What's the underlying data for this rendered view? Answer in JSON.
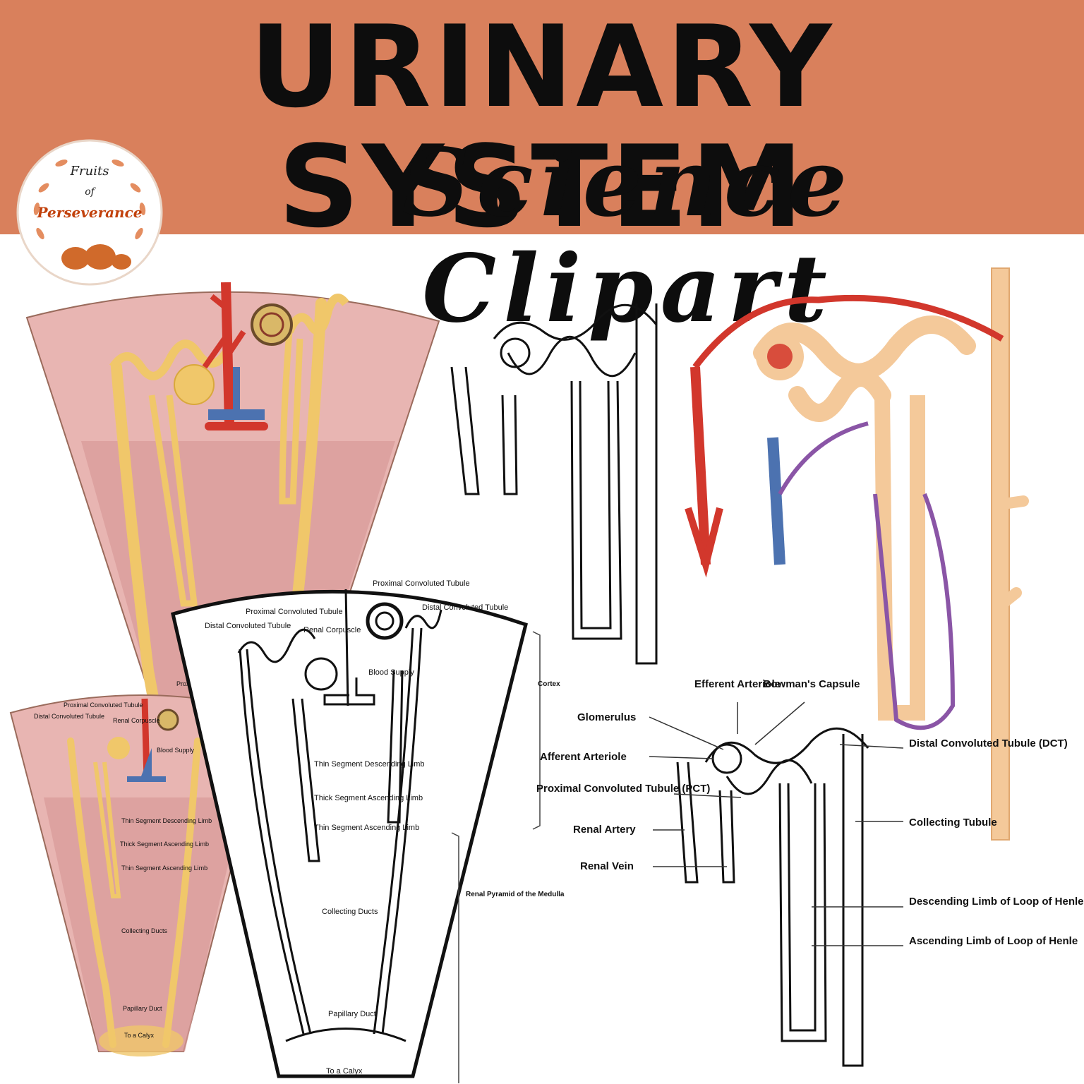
{
  "header": {
    "title": "URINARY SYSTEM",
    "subtitle": "Science Clipart",
    "background_color": "#d9805c",
    "logo": {
      "line1": "Fruits",
      "line2": "of",
      "line3": "Perseverance"
    }
  },
  "nephron_labeled": {
    "efferent_arteriole": "Efferent Arteriole",
    "bowmans_capsule": "Bowman's Capsule",
    "glomerulus": "Glomerulus",
    "afferent_arteriole": "Afferent Arteriole",
    "pct": "Proximal Convoluted Tubule (PCT)",
    "renal_artery": "Renal Artery",
    "renal_vein": "Renal Vein",
    "dct": "Distal Convoluted Tubule (DCT)",
    "collecting_tubule": "Collecting Tubule",
    "descending_limb": "Descending Limb of Loop of Henle",
    "ascending_limb": "Ascending Limb of Loop of Henle"
  },
  "pyramid_labeled": {
    "proximal_top": "Proximal Convoluted Tubule",
    "distal_right": "Distal Convoluted Tubule",
    "proximal_left": "Proximal Convoluted Tubule",
    "distal_left": "Distal Convoluted Tubule",
    "renal_corpuscle": "Renal Corpuscle",
    "blood_supply": "Blood Supply",
    "cortex": "Cortex",
    "thin_descending": "Thin Segment Descending Limb",
    "thick_ascending": "Thick Segment Ascending Limb",
    "thin_ascending": "Thin Segment Ascending Limb",
    "collecting_ducts": "Collecting Ducts",
    "renal_pyramid": "Renal Pyramid of the Medulla",
    "papillary_duct": "Papillary Duct",
    "to_calyx": "To a Calyx"
  },
  "colors": {
    "tubule": "#f0c76a",
    "tissue": "#e8b5b2",
    "artery": "#d2372c",
    "vein": "#4c72b0",
    "capillary_purple": "#8a55a6",
    "tubule_peach": "#f4c99a"
  }
}
